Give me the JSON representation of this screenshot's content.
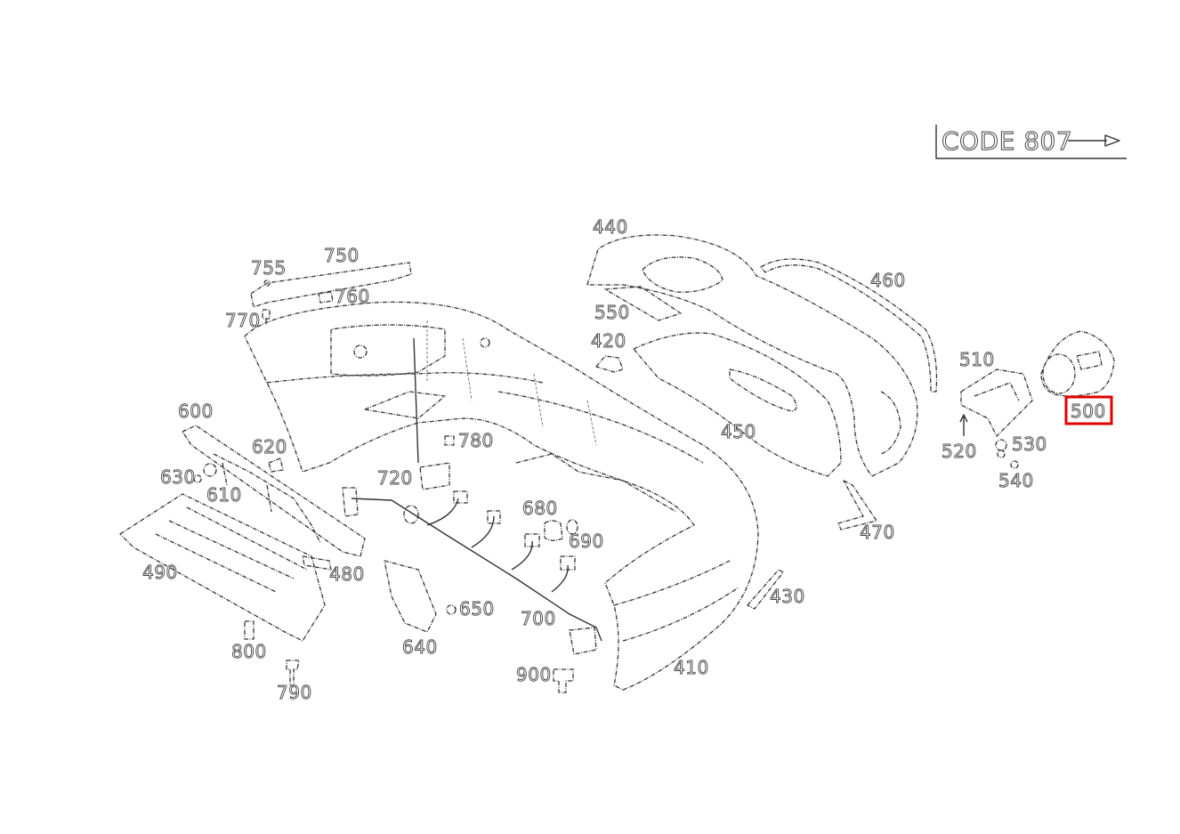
{
  "code_label": "CODE 807",
  "highlight_color": "#e00000",
  "highlighted_part": "500",
  "labels": {
    "p410": "410",
    "p420": "420",
    "p430": "430",
    "p440": "440",
    "p450": "450",
    "p460": "460",
    "p470": "470",
    "p480": "480",
    "p490": "490",
    "p500": "500",
    "p510": "510",
    "p520": "520",
    "p530": "530",
    "p540": "540",
    "p550": "550",
    "p600": "600",
    "p610": "610",
    "p620": "620",
    "p630": "630",
    "p640": "640",
    "p650": "650",
    "p680": "680",
    "p690": "690",
    "p700": "700",
    "p720": "720",
    "p750": "750",
    "p755": "755",
    "p760": "760",
    "p770": "770",
    "p780": "780",
    "p790": "790",
    "p800": "800",
    "p900": "900"
  }
}
